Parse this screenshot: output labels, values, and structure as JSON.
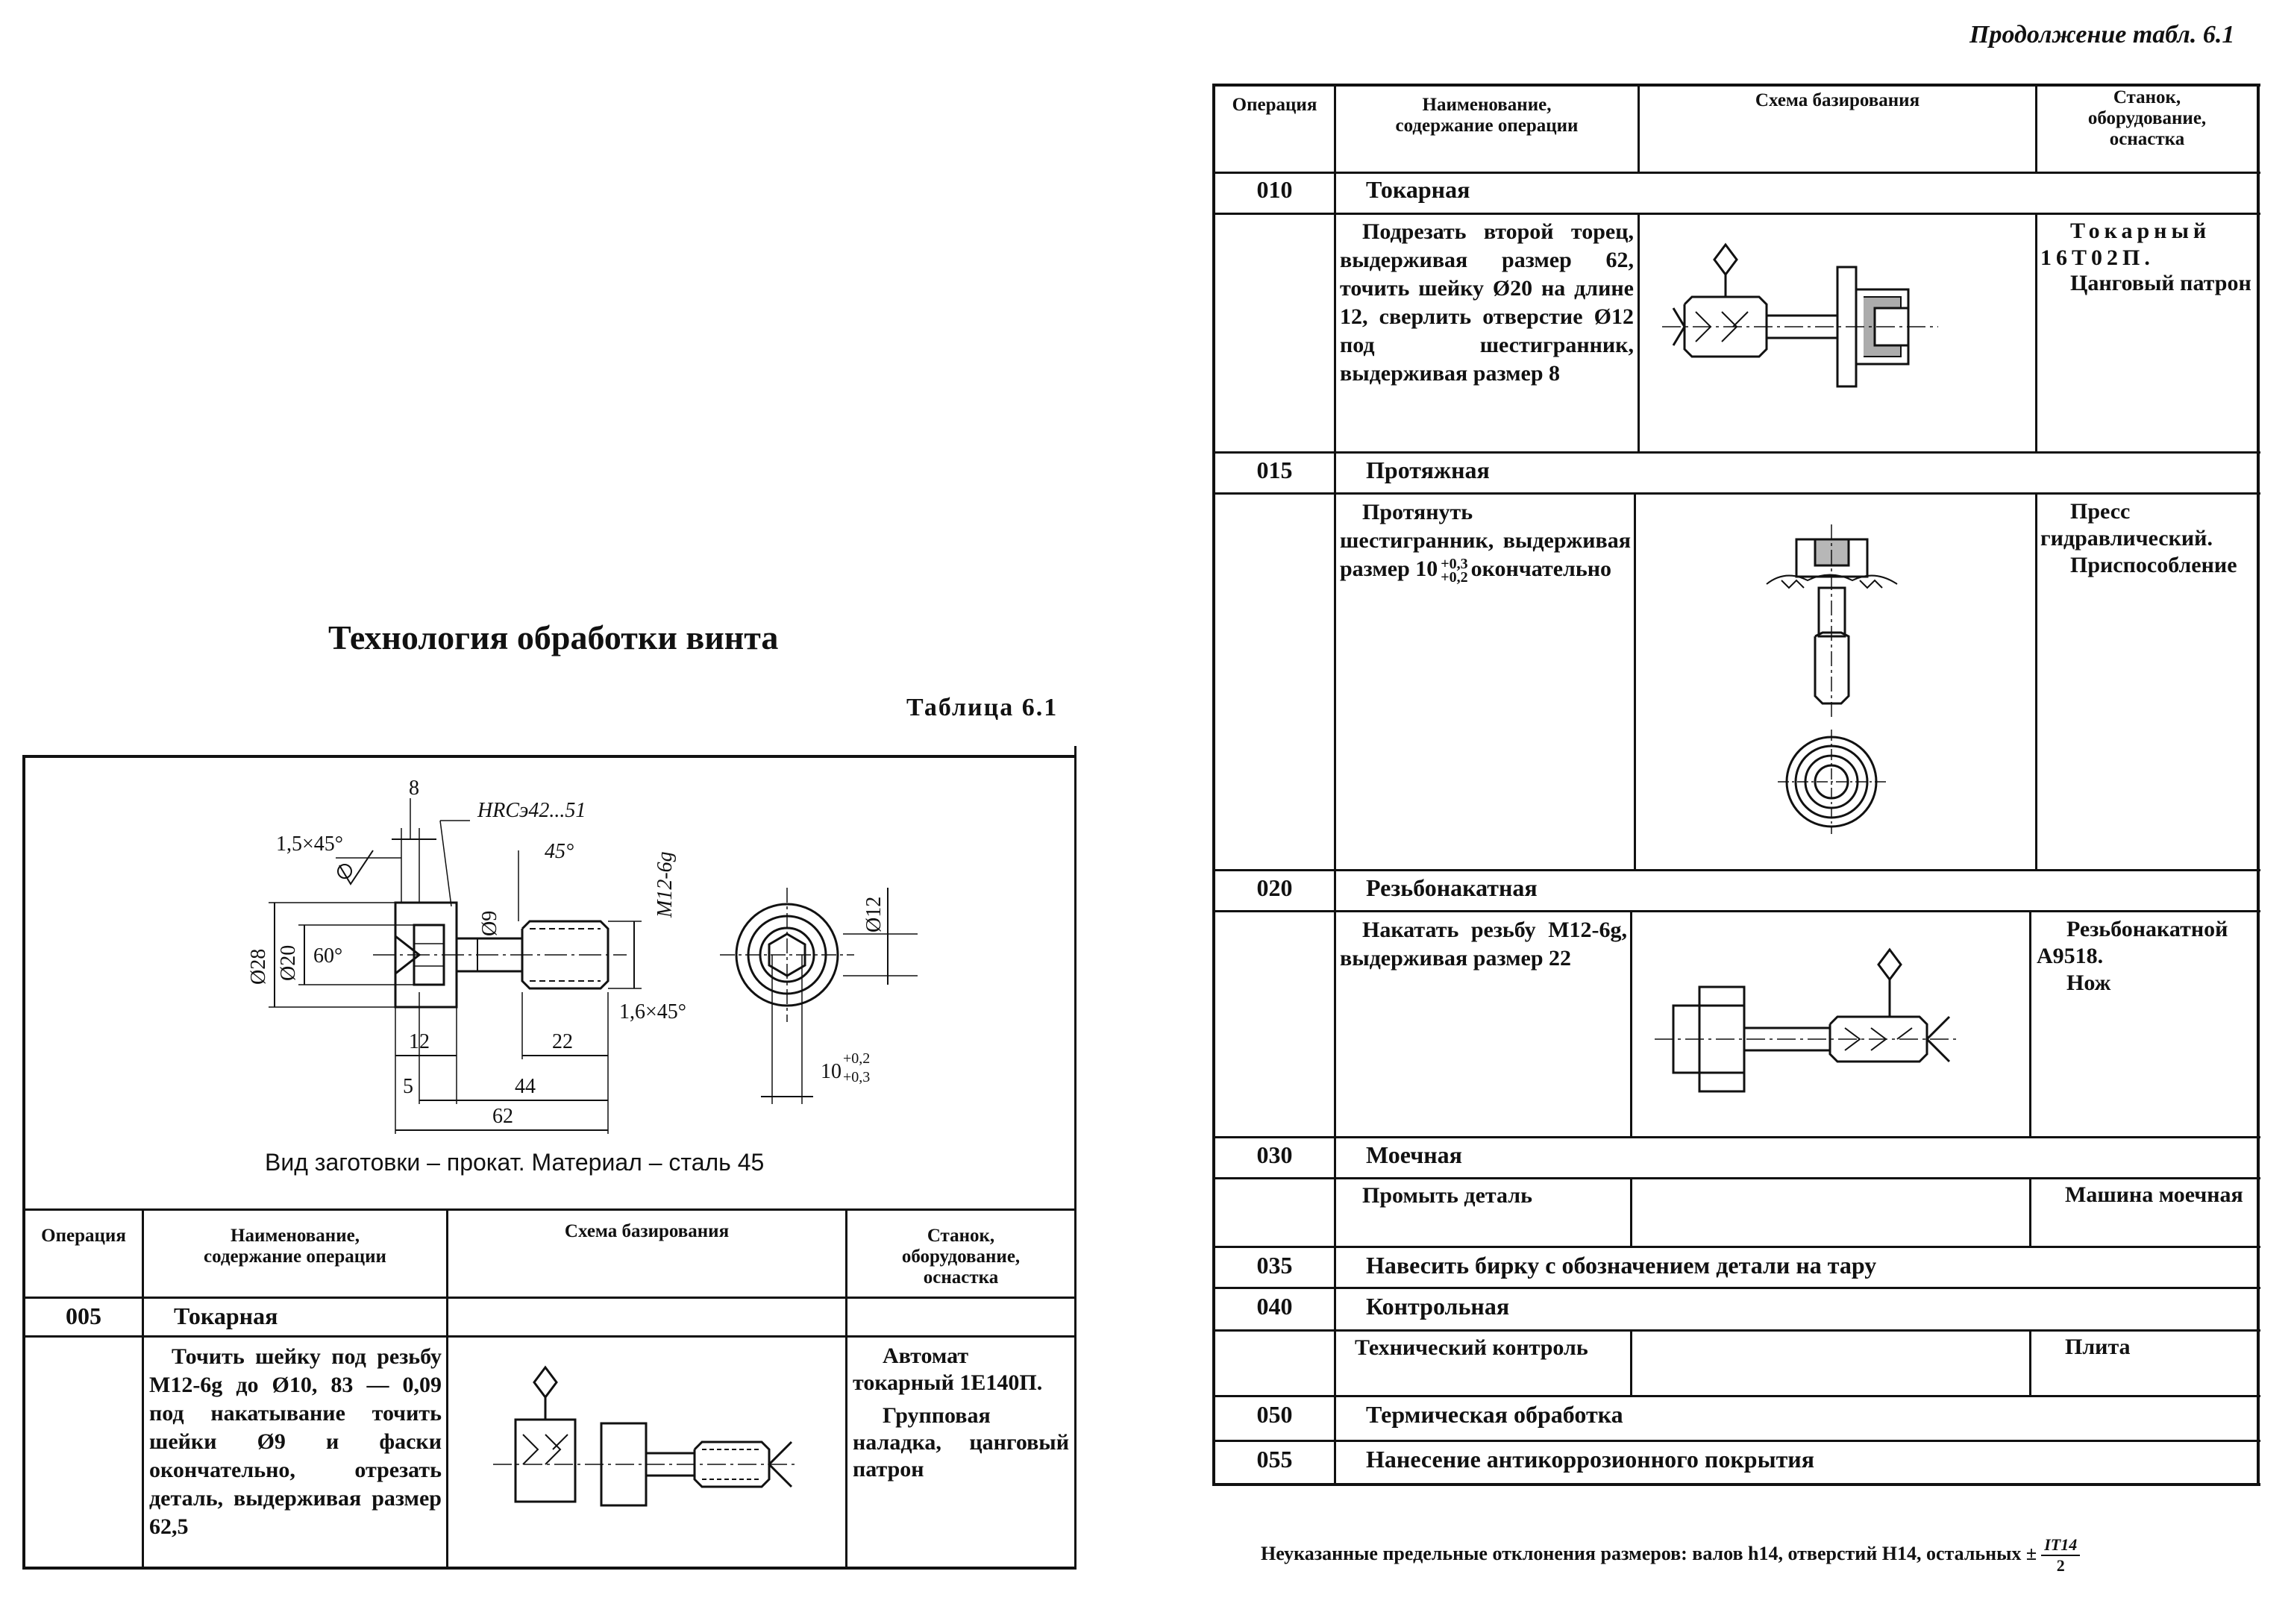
{
  "page": {
    "continuation_label": "Продолжение табл. 6.1",
    "title": "Технология обработки винта",
    "table_label": "Таблица 6.1",
    "material_caption": "Вид заготовки – прокат. Материал – сталь 45",
    "footnote": "Неуказанные предельные отклонения размеров: валов h14, отверстий H14, остальных ±",
    "footnote_fraction_num": "IT14",
    "footnote_fraction_den": "2"
  },
  "columns": {
    "operation": "Операция",
    "name": "Наименование, содержание операции",
    "scheme": "Схема базирования",
    "equipment": "Станок, оборудование, оснастка"
  },
  "drawing": {
    "dim_8": "8",
    "hrc": "HRCэ42...51",
    "chamfer_1": "1,5×45°",
    "angle_45": "45°",
    "thread": "M12-6g",
    "d28": "Ø28",
    "d20": "Ø20",
    "angle_60": "60°",
    "d9": "Ø9",
    "chamfer_2": "1,6×45°",
    "dim_12": "12",
    "dim_22": "22",
    "dim_5": "5",
    "dim_44": "44",
    "dim_62": "62",
    "d12": "Ø12",
    "hex": "10",
    "hex_tol_upper": "+0,2",
    "hex_tol_lower": "+0,3"
  },
  "left_table": {
    "op005": {
      "number": "005",
      "name": "Токарная",
      "description": "Точить шейку под резьбу М12-6g до Ø10, 83 — 0,09 под накатывание точить шейки Ø9 и фаски окончательно, отрезать деталь, выдерживая размер 62,5",
      "equipment_1": "Автомат токарный 1Е140П.",
      "equipment_2": "Групповая наладка, цанговый патрон"
    }
  },
  "right_table": {
    "op010": {
      "number": "010",
      "name": "Токарная",
      "description": "Подрезать второй торец, выдерживая размер 62, точить шейку Ø20 на длине 12, сверлить отверстие Ø12 под шестигранник, выдерживая размер 8",
      "equipment_1": "Токарный 16Т02П.",
      "equipment_2": "Цанговый патрон"
    },
    "op015": {
      "number": "015",
      "name": "Протяжная",
      "description": "Протянуть шестигранник, выдерживая размер 10",
      "tol_upper": "+0,3",
      "tol_lower": "+0,2",
      "description_tail": "окончательно",
      "equipment_1": "Пресс гидравлический.",
      "equipment_2": "Приспособление"
    },
    "op020": {
      "number": "020",
      "name": "Резьбонакатная",
      "description": "Накатать резьбу М12-6g, выдерживая размер 22",
      "equipment_1": "Резьбонакатной А9518.",
      "equipment_2": "Нож"
    },
    "op030": {
      "number": "030",
      "name": "Моечная",
      "description": "Промыть деталь",
      "equipment": "Машина моечная"
    },
    "op035": {
      "number": "035",
      "name": "Навесить бирку с обозначением детали на тару"
    },
    "op040": {
      "number": "040",
      "name": "Контрольная",
      "description": "Технический контроль",
      "equipment": "Плита"
    },
    "op050": {
      "number": "050",
      "name": "Термическая обработка"
    },
    "op055": {
      "number": "055",
      "name": "Нанесение антикоррозионного покрытия"
    }
  }
}
